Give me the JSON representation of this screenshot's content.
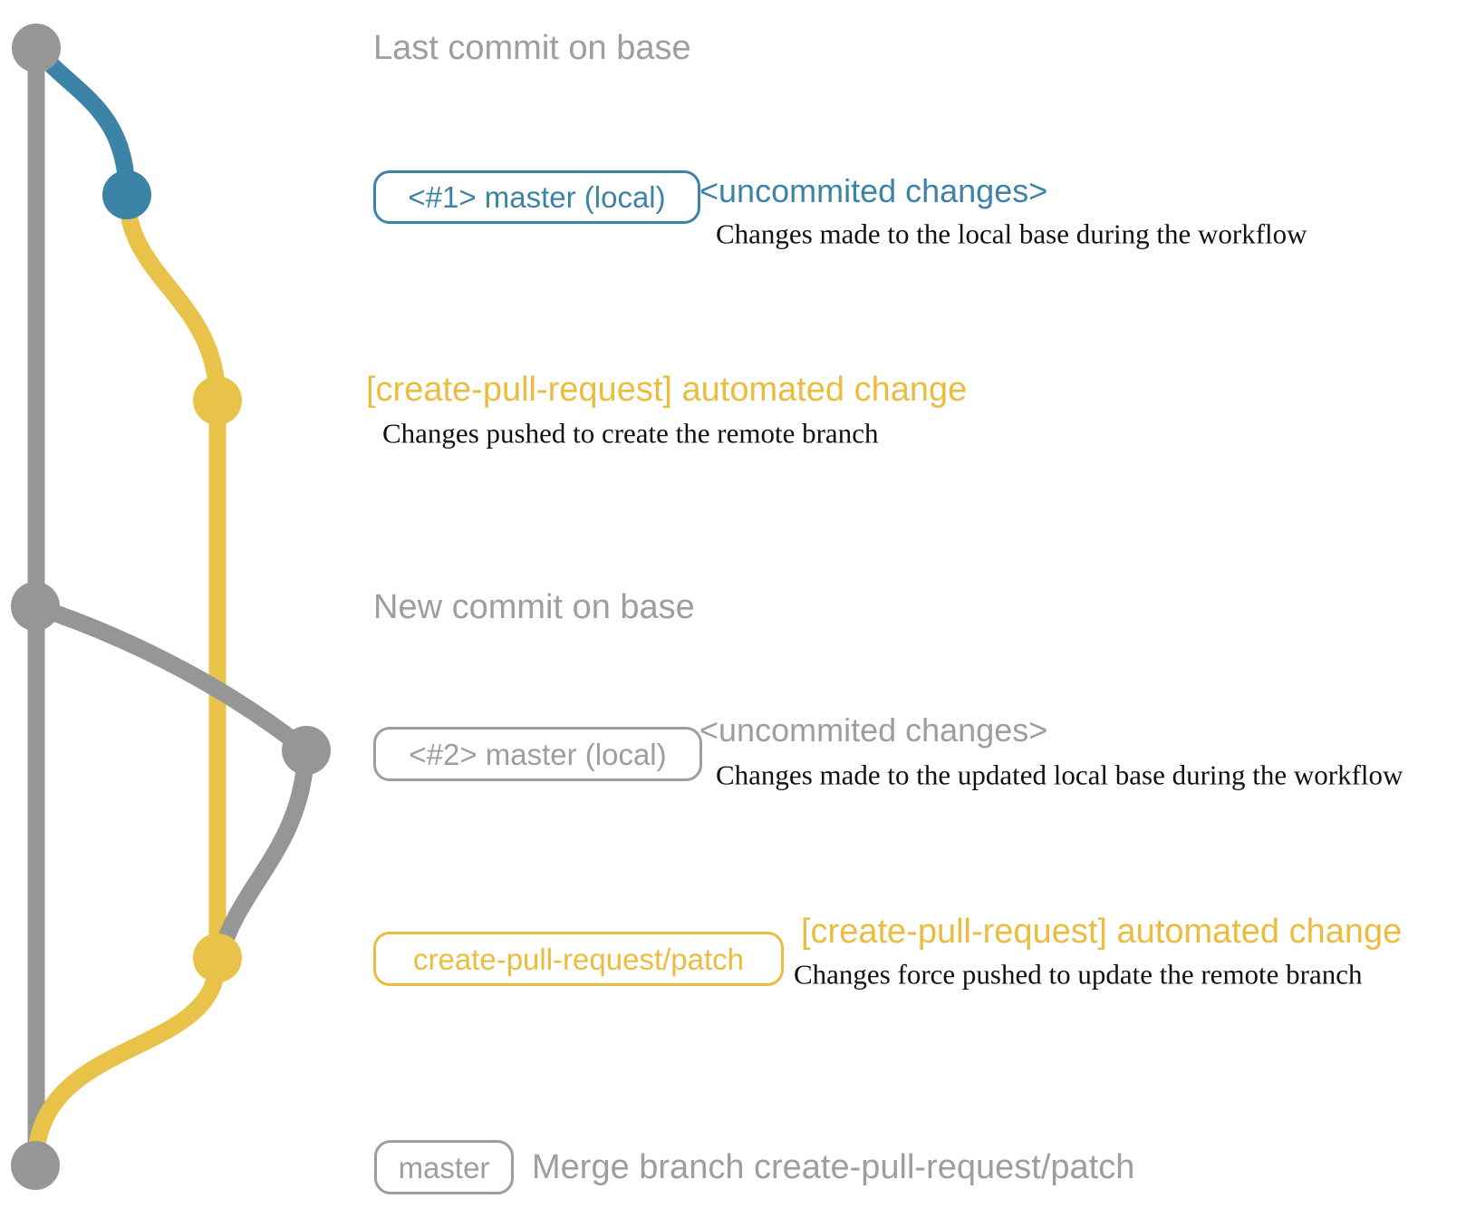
{
  "colors": {
    "gray_graph": "#969696",
    "gray_text": "#9e9e9e",
    "blue": "#3c84a7",
    "yellow": "#e9c249",
    "yellow_text": "#eabc3f",
    "description_ink": "#111111"
  },
  "rows": {
    "last_base": {
      "message": "Last commit on base"
    },
    "master1": {
      "label": "<#1> master (local)",
      "note": "<uncommited changes>",
      "description": "Changes made to the local base during the workflow"
    },
    "patch1": {
      "message": "[create-pull-request] automated change",
      "description": "Changes pushed to create the remote branch"
    },
    "new_base": {
      "message": "New commit on base"
    },
    "master2": {
      "label": "<#2> master (local)",
      "note": "<uncommited changes>",
      "description": "Changes made to the updated local base during the workflow"
    },
    "patch2": {
      "label": "create-pull-request/patch",
      "message": "[create-pull-request] automated change",
      "description": "Changes force pushed to update the remote branch"
    },
    "merge": {
      "label": "master",
      "message": "Merge branch create-pull-request/patch"
    }
  }
}
